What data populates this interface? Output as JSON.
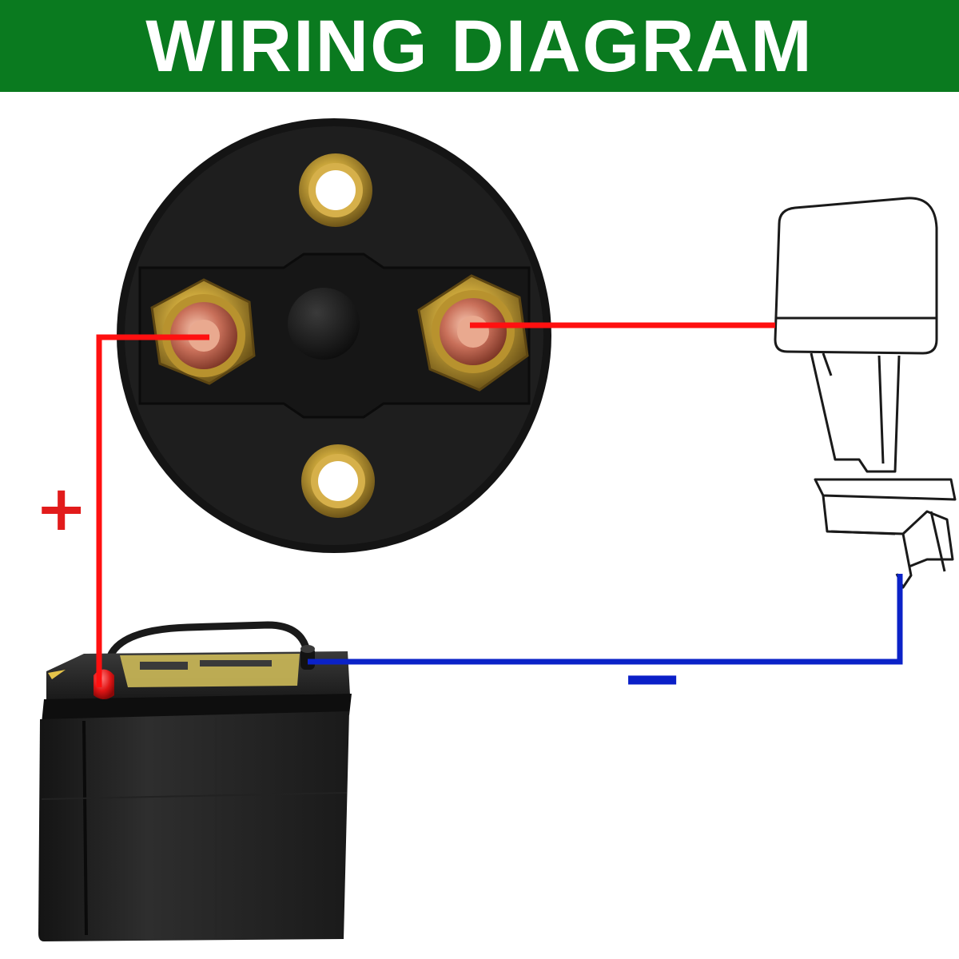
{
  "banner": {
    "title": "WIRING DIAGRAM",
    "background_color": "#0a7a1f",
    "text_color": "#ffffff"
  },
  "labels": {
    "positive": "+",
    "negative": "−"
  },
  "wires": {
    "positive_color": "#ff1010",
    "negative_color": "#0b22c8"
  },
  "components": {
    "switch": "battery-disconnect-switch",
    "motor": "outboard-motor",
    "battery": "12v-battery"
  }
}
